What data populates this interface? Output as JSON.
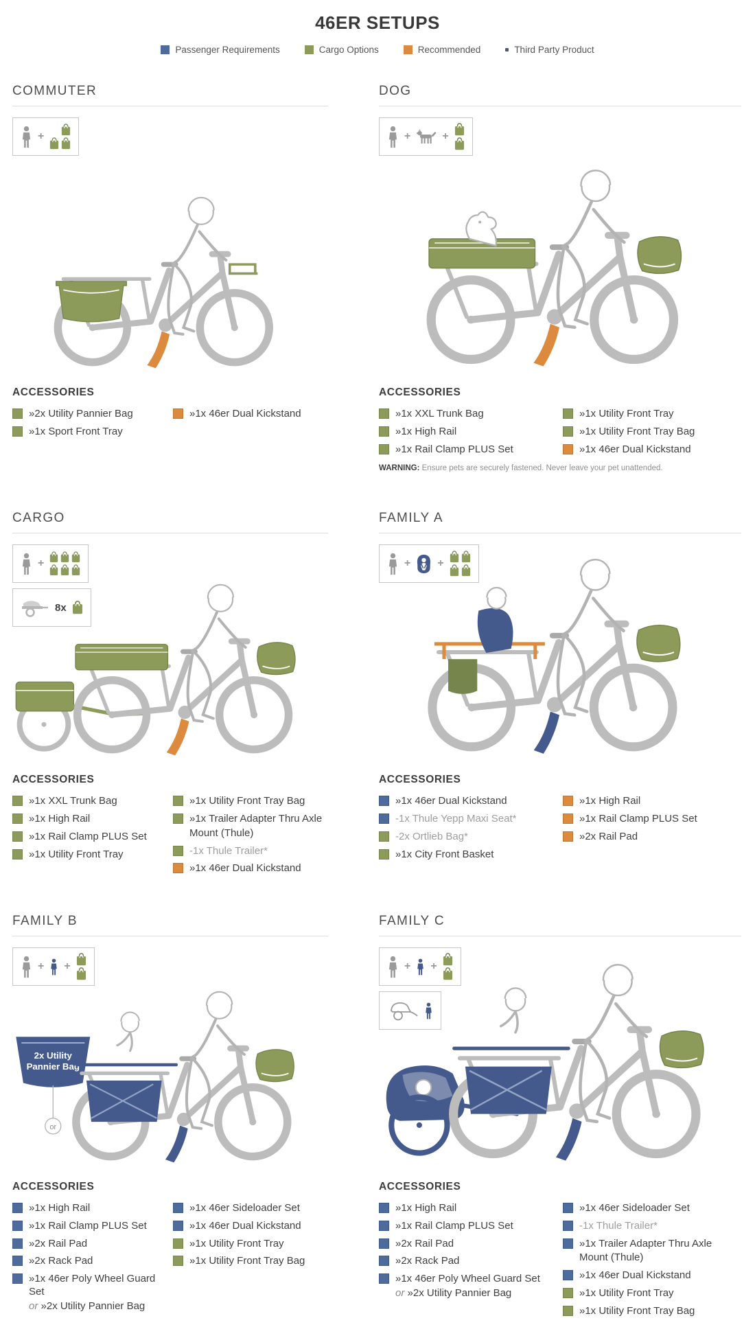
{
  "page": {
    "title": "46ER SETUPS"
  },
  "colors": {
    "blue": "#4D6B9B",
    "green": "#8C9B5A",
    "orange": "#DC8A3E",
    "navy": "#44598C",
    "gray": "#BCBCBC",
    "dot": "#555A66"
  },
  "borders": {
    "blue": "#3E5A8A",
    "green": "#75854B",
    "orange": "#C0762E"
  },
  "legend": {
    "items": [
      {
        "label": "Passenger Requirements",
        "color": "blue",
        "shape": "square"
      },
      {
        "label": "Cargo Options",
        "color": "green",
        "shape": "square"
      },
      {
        "label": "Recommended",
        "color": "orange",
        "shape": "square"
      },
      {
        "label": "Third Party Product",
        "color": "dot",
        "shape": "dot"
      }
    ]
  },
  "sections": [
    {
      "id": "commuter",
      "title": "COMMUTER",
      "accessories_heading": "ACCESSORIES",
      "badges": [
        {
          "icons": [
            {
              "i": "person-icon"
            },
            {
              "i": "plus-icon"
            },
            {
              "i": "bags-3-icon"
            }
          ]
        }
      ],
      "illustration": "commuter",
      "columns": [
        [
          {
            "c": "green",
            "t": "»2x Utility Pannier Bag"
          },
          {
            "c": "green",
            "t": "»1x Sport Front Tray"
          }
        ],
        [
          {
            "c": "orange",
            "t": "»1x 46er Dual Kickstand"
          }
        ]
      ]
    },
    {
      "id": "dog",
      "title": "DOG",
      "accessories_heading": "ACCESSORIES",
      "badges": [
        {
          "icons": [
            {
              "i": "person-icon"
            },
            {
              "i": "plus-icon"
            },
            {
              "i": "dog-icon"
            },
            {
              "i": "plus-icon"
            },
            {
              "i": "bags-2-icon"
            }
          ]
        }
      ],
      "illustration": "dog",
      "columns": [
        [
          {
            "c": "green",
            "t": "»1x XXL Trunk Bag"
          },
          {
            "c": "green",
            "t": "»1x High Rail"
          },
          {
            "c": "green",
            "t": "»1x Rail Clamp PLUS Set"
          }
        ],
        [
          {
            "c": "green",
            "t": "»1x Utility Front Tray"
          },
          {
            "c": "green",
            "t": "»1x Utility Front Tray Bag"
          },
          {
            "c": "orange",
            "t": "»1x 46er Dual Kickstand"
          }
        ]
      ],
      "warning": {
        "prefix": "WARNING:",
        "text": " Ensure pets are securely fastened. Never leave your pet unattended."
      }
    },
    {
      "id": "cargo",
      "title": "CARGO",
      "accessories_heading": "ACCESSORIES",
      "badges": [
        {
          "icons": [
            {
              "i": "person-icon"
            },
            {
              "i": "plus-icon"
            },
            {
              "i": "bags-6-icon"
            }
          ]
        },
        {
          "icons": [
            {
              "i": "trailer-icon"
            },
            {
              "t": "8x"
            },
            {
              "i": "bag-icon"
            }
          ]
        }
      ],
      "illustration": "cargo",
      "columns": [
        [
          {
            "c": "green",
            "t": "»1x XXL Trunk Bag"
          },
          {
            "c": "green",
            "t": "»1x High Rail"
          },
          {
            "c": "green",
            "t": "»1x Rail Clamp PLUS Set"
          },
          {
            "c": "green",
            "t": "»1x Utility Front Tray"
          }
        ],
        [
          {
            "c": "green",
            "t": "»1x Utility Front Tray Bag"
          },
          {
            "c": "green",
            "t": "»1x Trailer Adapter Thru Axle",
            "sub": "Mount (Thule)"
          },
          {
            "c": "green",
            "t": "-1x Thule Trailer*",
            "muted": true
          },
          {
            "c": "orange",
            "t": "»1x 46er Dual Kickstand"
          }
        ]
      ]
    },
    {
      "id": "family_a",
      "title": "FAMILY A",
      "accessories_heading": "ACCESSORIES",
      "badges": [
        {
          "icons": [
            {
              "i": "person-icon"
            },
            {
              "i": "plus-icon"
            },
            {
              "i": "child-seat-icon"
            },
            {
              "i": "plus-icon"
            },
            {
              "i": "bags-4-icon"
            }
          ]
        }
      ],
      "illustration": "family_a",
      "columns": [
        [
          {
            "c": "blue",
            "t": "»1x 46er Dual Kickstand"
          },
          {
            "c": "blue",
            "t": "-1x Thule Yepp Maxi Seat*",
            "muted": true
          },
          {
            "c": "green",
            "t": "-2x Ortlieb Bag*",
            "muted": true
          },
          {
            "c": "green",
            "t": "»1x City Front Basket"
          }
        ],
        [
          {
            "c": "orange",
            "t": "»1x High Rail"
          },
          {
            "c": "orange",
            "t": "»1x Rail Clamp PLUS Set"
          },
          {
            "c": "orange",
            "t": "»2x Rail Pad"
          }
        ]
      ]
    },
    {
      "id": "family_b",
      "title": "FAMILY B",
      "accessories_heading": "ACCESSORIES",
      "badges": [
        {
          "icons": [
            {
              "i": "person-icon"
            },
            {
              "i": "plus-icon"
            },
            {
              "i": "child-icon"
            },
            {
              "i": "plus-icon"
            },
            {
              "i": "bags-2-icon"
            }
          ]
        }
      ],
      "illustration": "family_b",
      "callout": {
        "line1": "2x Utility",
        "line2": "Pannier Bag",
        "or_label": "or"
      },
      "columns": [
        [
          {
            "c": "blue",
            "t": "»1x High Rail"
          },
          {
            "c": "blue",
            "t": "»1x Rail Clamp PLUS Set"
          },
          {
            "c": "blue",
            "t": "»2x Rail Pad"
          },
          {
            "c": "blue",
            "t": "»2x Rack Pad"
          },
          {
            "c": "blue",
            "t": "»1x 46er Poly Wheel Guard Set",
            "subPrefix": "or ",
            "sub": "»2x Utility Pannier Bag"
          }
        ],
        [
          {
            "c": "blue",
            "t": "»1x 46er Sideloader Set"
          },
          {
            "c": "blue",
            "t": "»1x 46er Dual Kickstand"
          },
          {
            "c": "green",
            "t": "»1x Utility Front Tray"
          },
          {
            "c": "green",
            "t": "»1x Utility Front Tray Bag"
          }
        ]
      ]
    },
    {
      "id": "family_c",
      "title": "FAMILY C",
      "accessories_heading": "ACCESSORIES",
      "badges": [
        {
          "icons": [
            {
              "i": "person-icon"
            },
            {
              "i": "plus-icon"
            },
            {
              "i": "child-icon"
            },
            {
              "i": "plus-icon"
            },
            {
              "i": "bags-2-icon"
            }
          ]
        },
        {
          "icons": [
            {
              "i": "trailer-outline-icon"
            },
            {
              "i": "child-icon"
            }
          ]
        }
      ],
      "illustration": "family_c",
      "columns": [
        [
          {
            "c": "blue",
            "t": "»1x High Rail"
          },
          {
            "c": "blue",
            "t": "»1x Rail Clamp PLUS Set"
          },
          {
            "c": "blue",
            "t": "»2x Rail Pad"
          },
          {
            "c": "blue",
            "t": "»2x Rack Pad"
          },
          {
            "c": "blue",
            "t": "»1x 46er Poly Wheel Guard Set",
            "subPrefix": "or ",
            "sub": "»2x Utility Pannier Bag"
          }
        ],
        [
          {
            "c": "blue",
            "t": "»1x 46er Sideloader Set"
          },
          {
            "c": "blue",
            "t": "-1x Thule Trailer*",
            "muted": true
          },
          {
            "c": "blue",
            "t": "»1x Trailer Adapter Thru Axle",
            "sub": "Mount (Thule)"
          },
          {
            "c": "blue",
            "t": "»1x 46er Dual Kickstand"
          },
          {
            "c": "green",
            "t": "»1x Utility Front Tray"
          },
          {
            "c": "green",
            "t": "»1x Utility Front Tray Bag"
          }
        ]
      ]
    }
  ]
}
